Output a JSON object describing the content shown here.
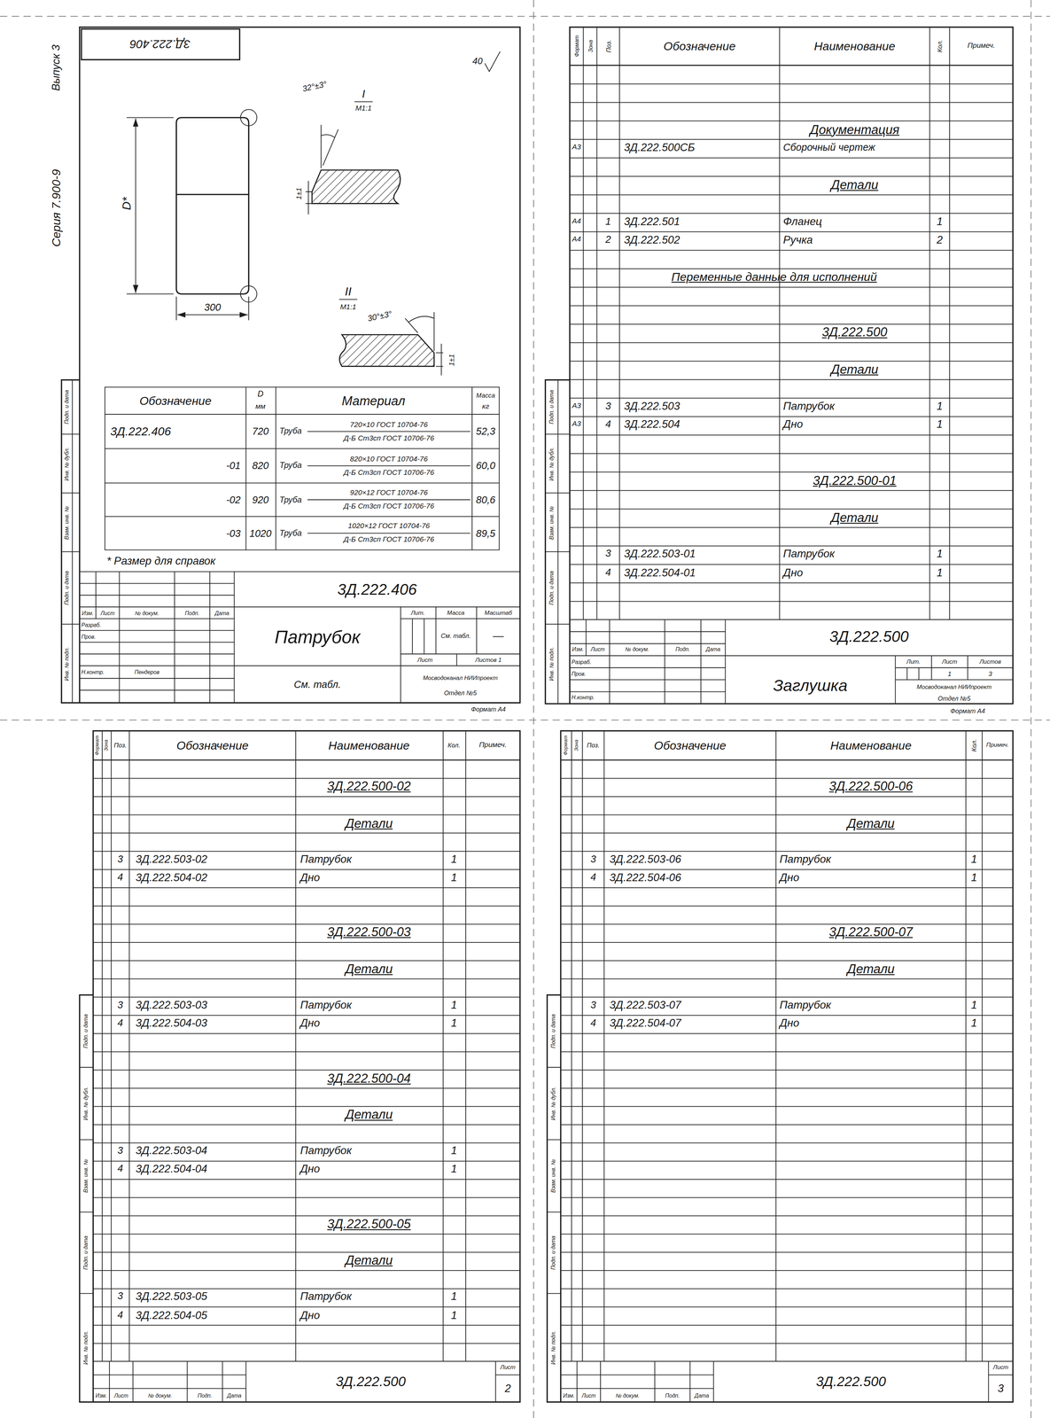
{
  "diagram": {
    "labels": [
      "3Д.222.406",
      "Серия 7.900-9",
      "Выпуск 3",
      "40",
      "I",
      "М1:1",
      "32°±3°",
      "1±1",
      "II",
      "М1:1",
      "30°±3°",
      "1±1",
      "D*",
      "300",
      "Обозначение",
      "D",
      "мм",
      "Материал",
      "Масса",
      "кг",
      "3Д.222.406",
      "720",
      "Труба",
      "720×10 ГОСТ 10704-76",
      "Д-Б Ст3сп ГОСТ 10706-76",
      "52,3",
      "-01",
      "820",
      "Труба",
      "820×10 ГОСТ 10704-76",
      "Д-Б Ст3сп ГОСТ 10706-76",
      "60,0",
      "-02",
      "920",
      "Труба",
      "920×12 ГОСТ 10704-76",
      "Д-Б Ст3сп ГОСТ 10706-76",
      "80,6",
      "-03",
      "1020",
      "Труба",
      "1020×12 ГОСТ 10704-76",
      "Д-Б Ст3сп ГОСТ 10706-76",
      "89,5",
      "* Размер для справок",
      "3Д.222.406",
      "Патрубок",
      "См. табл.",
      "Лит.",
      "Масса",
      "Масштаб",
      "См. табл.",
      "—",
      "Лист",
      "Листов 1",
      "Мосводоканал НИИпроект",
      "Отдел №5",
      "Формат А4",
      "Изм.",
      "Лист",
      "№ докум.",
      "Подп.",
      "Дата",
      "Разраб.",
      "Пров.",
      "Н.контр.",
      "Пендеров",
      "Подп. и дата",
      "Инв. № дубл.",
      "Взам. инв. №",
      "Подп. и дата",
      "Инв. № подл.",
      "Формат",
      "Зона",
      "Поз.",
      "Обозначение",
      "Наименование",
      "Кол.",
      "Примеч.",
      "Документация",
      "А3",
      "3Д.222.500СБ",
      "Сборочный чертеж",
      "Детали",
      "А4",
      "1",
      "3Д.222.501",
      "Фланец",
      "1",
      "А4",
      "2",
      "3Д.222.502",
      "Ручка",
      "2",
      "Переменные данные для исполнений",
      "3Д.222.500",
      "Детали",
      "А3",
      "3",
      "3Д.222.503",
      "Патрубок",
      "1",
      "А3",
      "4",
      "3Д.222.504",
      "Дно",
      "1",
      "3Д.222.500-01",
      "Детали",
      "3",
      "3Д.222.503-01",
      "Патрубок",
      "1",
      "4",
      "3Д.222.504-01",
      "Дно",
      "1",
      "3Д.222.500",
      "Заглушка",
      "Изм.",
      "Лист",
      "№ докум.",
      "Подп.",
      "Дата",
      "Разраб.",
      "Пров.",
      "Н.контр.",
      "Лит.",
      "Лист",
      "Листов",
      "1",
      "3",
      "Мосводоканал НИИпроект",
      "Отдел №5",
      "Формат А4",
      "Подп. и дата",
      "Инв. № дубл.",
      "Взам. инв. №",
      "Подп. и дата",
      "Инв. № подл.",
      "Формат",
      "Зона",
      "Поз.",
      "Обозначение",
      "Наименование",
      "Кол.",
      "Примеч.",
      "3Д.222.500-02",
      "Детали",
      "3",
      "3Д.222.503-02",
      "Патрубок",
      "1",
      "4",
      "3Д.222.504-02",
      "Дно",
      "1",
      "3Д.222.500-03",
      "Детали",
      "3",
      "3Д.222.503-03",
      "Патрубок",
      "1",
      "4",
      "3Д.222.504-03",
      "Дно",
      "1",
      "3Д.222.500-04",
      "Детали",
      "3",
      "3Д.222.503-04",
      "Патрубок",
      "1",
      "4",
      "3Д.222.504-04",
      "Дно",
      "1",
      "3Д.222.500-05",
      "Детали",
      "3",
      "3Д.222.503-05",
      "Патрубок",
      "1",
      "4",
      "3Д.222.504-05",
      "Дно",
      "1",
      "3Д.222.500",
      "Лист",
      "2",
      "Изм.",
      "Лист",
      "№ докум.",
      "Подп.",
      "Дата",
      "Подп. и дата",
      "Инв. № дубл.",
      "Взам. инв. №",
      "Подп. и дата",
      "Инв. № подл.",
      "Формат",
      "Зона",
      "Поз.",
      "Обозначение",
      "Наименование",
      "Кол.",
      "Примеч.",
      "3Д.222.500-06",
      "Детали",
      "3",
      "3Д.222.503-06",
      "Патрубок",
      "1",
      "4",
      "3Д.222.504-06",
      "Дно",
      "1",
      "3Д.222.500-07",
      "Детали",
      "3",
      "3Д.222.503-07",
      "Патрубок",
      "1",
      "4",
      "3Д.222.504-07",
      "Дно",
      "1",
      "3Д.222.500",
      "Лист",
      "3",
      "Изм.",
      "Лист",
      "№ докум.",
      "Подп.",
      "Дата",
      "Подп. и дата",
      "Инв. № дубл.",
      "Взам. инв. №",
      "Подп. и дата",
      "Инв. № подл."
    ]
  }
}
